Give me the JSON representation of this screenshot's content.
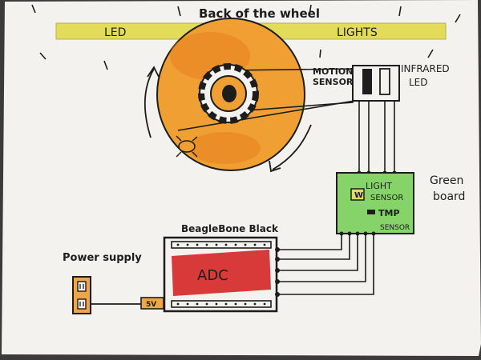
{
  "header": {
    "title": "Back of the wheel"
  },
  "led_strip": {
    "label_left": "LED",
    "label_right": "LIGHTS"
  },
  "motion_sensor": {
    "label_line1": "MOTION",
    "label_line2": "SENSOR"
  },
  "infrared_led": {
    "label_line1": "INFRARED",
    "label_line2": "LED"
  },
  "green_board": {
    "caption_line1": "Green",
    "caption_line2": "board",
    "light_sensor_line1": "LIGHT",
    "light_sensor_line2": "SENSOR",
    "temp_sensor_line1": "TMP",
    "temp_sensor_line2": "SENSOR"
  },
  "beaglebone": {
    "title": "BeagleBone Black",
    "adc_label": "ADC",
    "voltage_label": "5V"
  },
  "power_supply": {
    "label": "Power supply"
  },
  "colors": {
    "paper": "#f3f2ee",
    "led_strip": "#e2dc5a",
    "wheel_orange": "#f0a033",
    "wheel_dark": "#e8801e",
    "adc_red": "#d83a3a",
    "board_green": "#86d36a",
    "power_orange": "#f0a54a",
    "ink": "#1d1d1d"
  }
}
